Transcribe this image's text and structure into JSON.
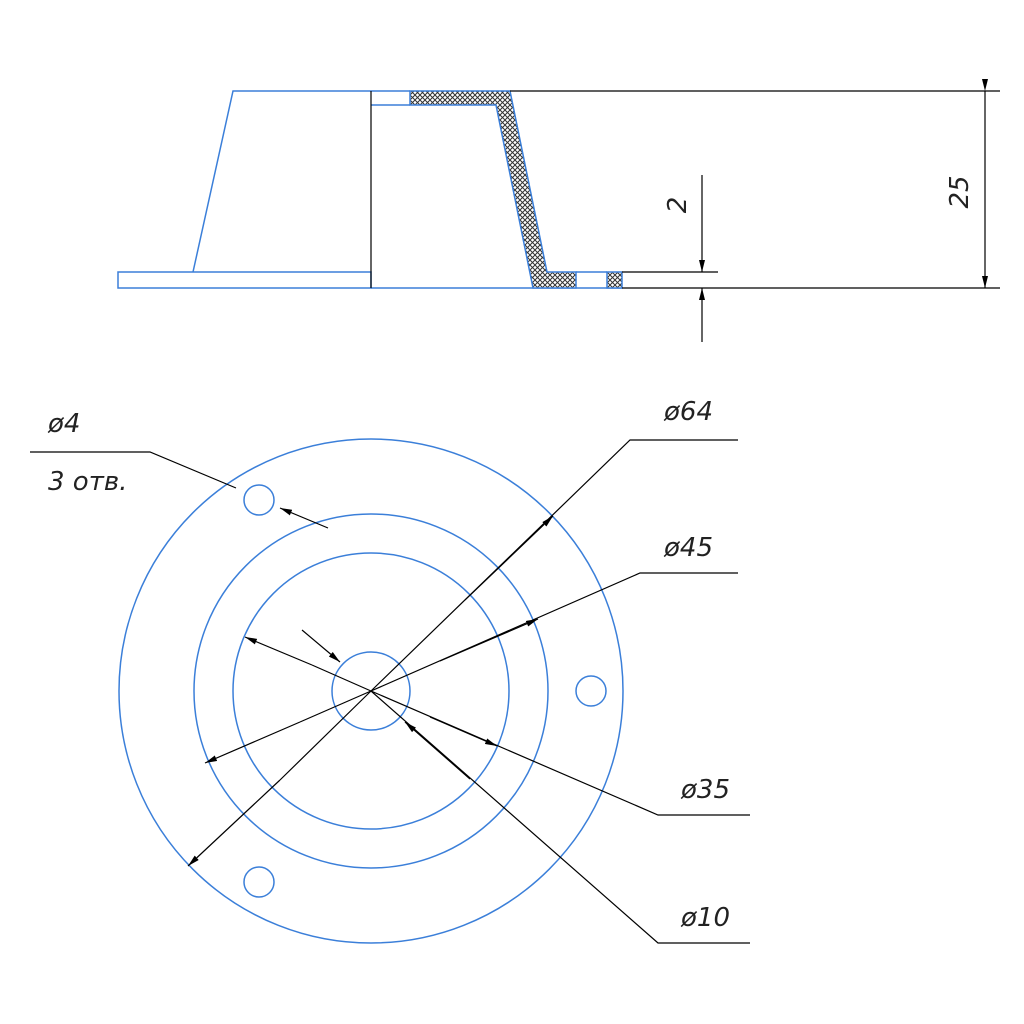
{
  "colors": {
    "outline": "#3b7fd9",
    "dimension": "#000000",
    "hatch": "#444444"
  },
  "dimensions": {
    "height": "25",
    "thickness": "2",
    "d_outer": "ø64",
    "d_mid": "ø45",
    "d_inner": "ø35",
    "d_center": "ø10",
    "hole_size": "ø4",
    "hole_count": "3 отв."
  }
}
